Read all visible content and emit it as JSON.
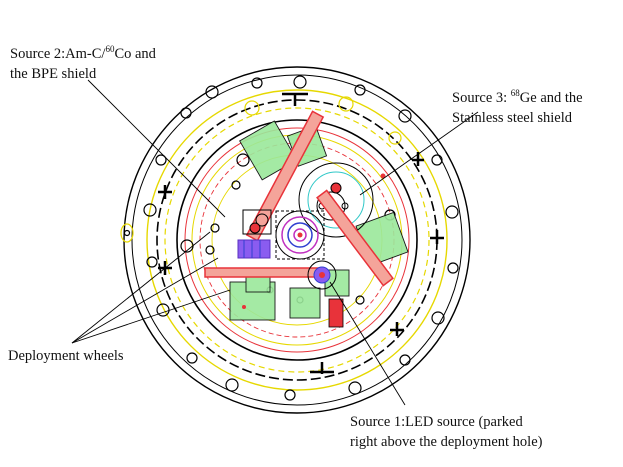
{
  "labels": {
    "source2": {
      "line1_prefix": "Source 2:Am-C/",
      "line1_sup": "60",
      "line1_suffix": "Co and",
      "line2": "the BPE shield"
    },
    "source3": {
      "line1_prefix": "Source 3: ",
      "line1_sup": "68",
      "line1_suffix": "Ge and the",
      "line2": "Stainless steel shield"
    },
    "deployment": "Deployment wheels",
    "source1": {
      "line1": "Source 1:LED source (parked",
      "line2": "right above the deployment hole)"
    }
  },
  "colors": {
    "outline": "#000000",
    "yellow": "#e6d800",
    "green": "#9be89b",
    "red": "#e8333a",
    "salmon": "#f4a49a",
    "magenta": "#c030c0",
    "blue": "#3040d0",
    "purple": "#8a5cf0",
    "cyan": "#30c8c8"
  }
}
